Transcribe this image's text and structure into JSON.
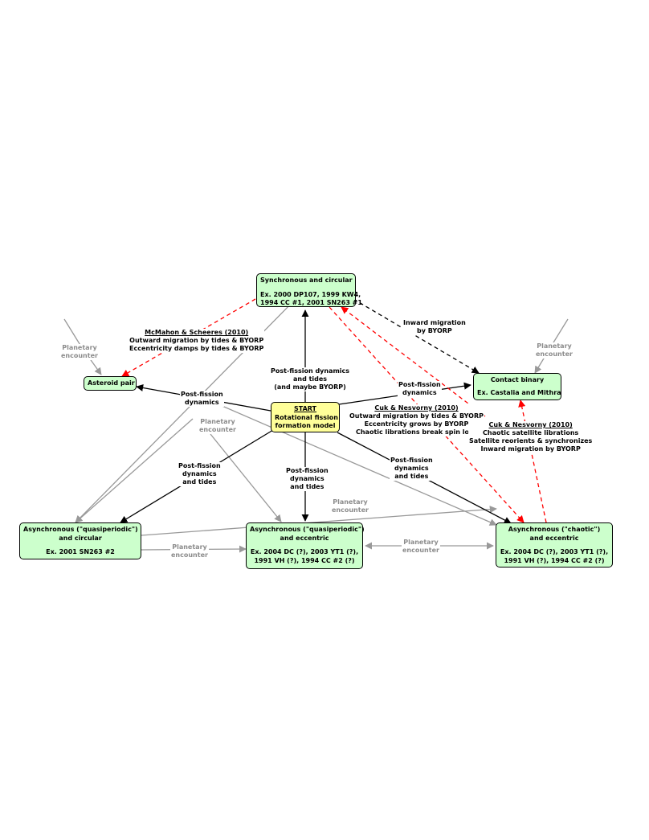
{
  "nodes": {
    "sync_circular": {
      "lines": [
        "Synchronous and circular",
        "Ex. 2000 DP107, 1999 KW4,",
        "1994 CC #1, 2001 SN263 #1"
      ]
    },
    "asteroid_pair": {
      "lines": [
        "Asteroid pair"
      ]
    },
    "contact_binary": {
      "lines": [
        "Contact binary",
        "Ex. Castalia and Mithra"
      ]
    },
    "start": {
      "title": "START",
      "lines": [
        "Rotational fission",
        "formation model"
      ]
    },
    "async_quasi_circular": {
      "lines": [
        "Asynchronous (\"quasiperiodic\")",
        "and circular",
        "Ex. 2001 SN263 #2"
      ]
    },
    "async_quasi_eccentric": {
      "lines": [
        "Asynchronous (\"quasiperiodic\")",
        "and eccentric",
        "Ex. 2004 DC (?), 2003 YT1 (?),",
        "1991 VH (?), 1994 CC #2 (?)"
      ]
    },
    "async_chaotic_eccentric": {
      "lines": [
        "Asynchronous (\"chaotic\")",
        "and eccentric",
        "Ex. 2004 DC (?), 2003 YT1 (?),",
        "1991 VH (?), 1994 CC #2 (?)"
      ]
    }
  },
  "labels": {
    "mcmahon": {
      "title": "McMahon & Scheeres (2010)",
      "lines": [
        "Outward migration by tides & BYORP",
        "Eccentricity damps by tides & BYORP"
      ]
    },
    "inward_byorp": {
      "lines": [
        "Inward migration",
        "by BYORP"
      ]
    },
    "post_to_pair": {
      "lines": [
        "Post-fission",
        "dynamics"
      ]
    },
    "post_to_sync": {
      "lines": [
        "Post-fission dynamics",
        "and tides",
        "(and maybe BYORP)"
      ]
    },
    "post_to_contact": {
      "lines": [
        "Post-fission",
        "dynamics"
      ]
    },
    "cuk1": {
      "title": "Cuk & Nesvorny (2010)",
      "lines": [
        "Outward migration by tides & BYORP",
        "Eccentricity grows by BYORP",
        "Chaotic librations break spin lock"
      ]
    },
    "cuk2": {
      "title": "Cuk & Nesvorny (2010)",
      "lines": [
        "Chaotic satellite librations",
        "Satellite reorients & synchronizes",
        "Inward migration by BYORP"
      ]
    },
    "post_to_left": {
      "lines": [
        "Post-fission",
        "dynamics",
        "and tides"
      ]
    },
    "post_to_mid": {
      "lines": [
        "Post-fission",
        "dynamics",
        "and tides"
      ]
    },
    "post_to_right": {
      "lines": [
        "Post-fission",
        "dynamics",
        "and tides"
      ]
    },
    "pe_left": {
      "lines": [
        "Planetary",
        "encounter"
      ]
    },
    "pe_right": {
      "lines": [
        "Planetary",
        "encounter"
      ]
    },
    "pe_center": {
      "lines": [
        "Planetary",
        "encounter"
      ]
    },
    "pe_top_bottom": {
      "lines": [
        "Planetary",
        "encounter"
      ]
    },
    "pe_bottom_left": {
      "lines": [
        "Planetary",
        "encounter"
      ]
    },
    "pe_bottom_right": {
      "lines": [
        "Planetary",
        "encounter"
      ]
    }
  },
  "colors": {
    "node_fill": "#ccffcc",
    "start_fill": "#ffff99",
    "solid_arrow": "#000000",
    "encounter_arrow": "#999999",
    "cited_arrow": "#ff0000",
    "byorp_arrow": "#000000"
  }
}
